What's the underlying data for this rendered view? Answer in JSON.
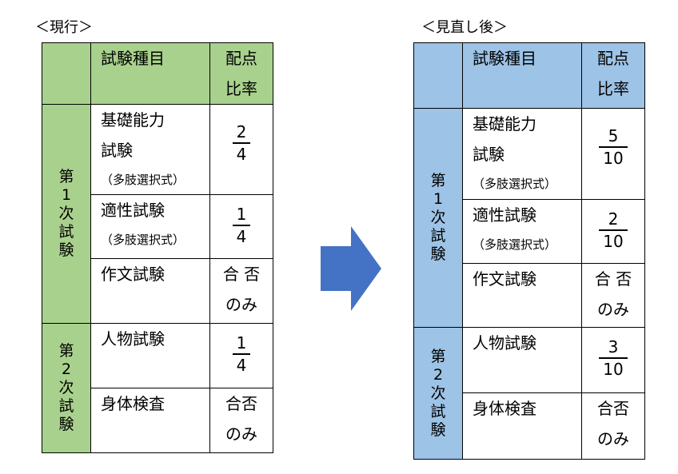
{
  "current": {
    "caption": "＜現行＞",
    "header": {
      "subject": "試験種目",
      "ratio_line1": "配点",
      "ratio_line2": "比率"
    },
    "stage1_label": [
      "第",
      "1",
      "次",
      "試",
      "験"
    ],
    "stage2_label": [
      "第",
      "2",
      "次",
      "試",
      "験"
    ],
    "rows": [
      {
        "name_line1": "基礎能力",
        "name_line2": "試験",
        "note": "（多肢選択式）",
        "num": "2",
        "den": "4"
      },
      {
        "name_line1": "適性試験",
        "note": "（多肢選択式）",
        "num": "1",
        "den": "4"
      },
      {
        "name_line1": "作文試験",
        "ratio_line1": "合 否",
        "ratio_line2": "のみ"
      },
      {
        "name_line1": "人物試験",
        "num": "1",
        "den": "4"
      },
      {
        "name_line1": "身体検査",
        "ratio_line1": "合否",
        "ratio_line2": "のみ"
      }
    ]
  },
  "revised": {
    "caption": "＜見直し後＞",
    "header": {
      "subject": "試験種目",
      "ratio_line1": "配点",
      "ratio_line2": "比率"
    },
    "stage1_label": [
      "第",
      "1",
      "次",
      "試",
      "験"
    ],
    "stage2_label": [
      "第",
      "2",
      "次",
      "試",
      "験"
    ],
    "rows": [
      {
        "name_line1": "基礎能力",
        "name_line2": "試験",
        "note": "（多肢選択式）",
        "num": "5",
        "den": "10"
      },
      {
        "name_line1": "適性試験",
        "note": "（多肢選択式）",
        "num": "2",
        "den": "10"
      },
      {
        "name_line1": "作文試験",
        "ratio_line1": "合 否",
        "ratio_line2": "のみ"
      },
      {
        "name_line1": "人物試験",
        "num": "3",
        "den": "10"
      },
      {
        "name_line1": "身体検査",
        "ratio_line1": "合否",
        "ratio_line2": "のみ"
      }
    ]
  },
  "colors": {
    "current_shade": "#a9d18e",
    "revised_shade": "#9dc3e6",
    "arrow": "#4472c4"
  },
  "icons": {
    "transition": "right-arrow-icon"
  }
}
